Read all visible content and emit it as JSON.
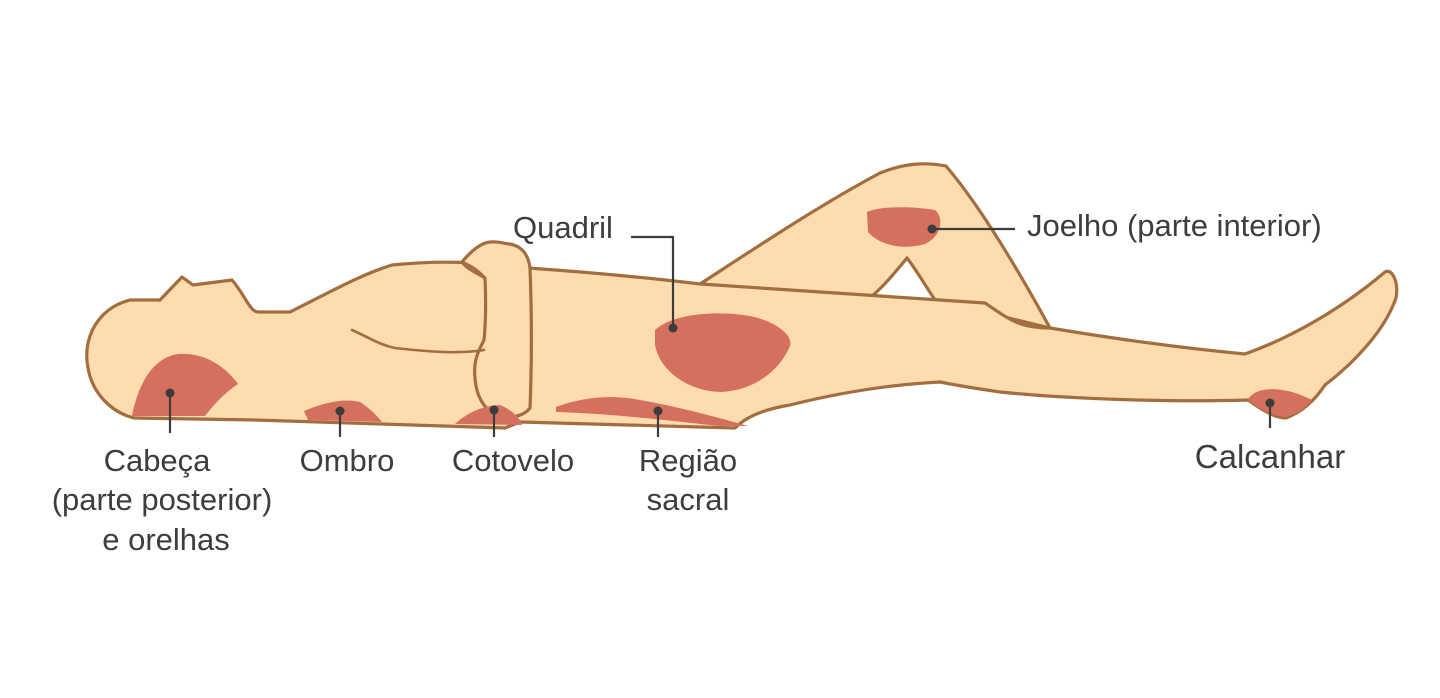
{
  "labels": {
    "head": [
      "Cabeça",
      "(parte posterior)",
      "e orelhas"
    ],
    "shoulder": "Ombro",
    "elbow": "Cotovelo",
    "sacral": [
      "Região",
      "sacral"
    ],
    "hip": "Quadril",
    "knee": "Joelho (parte interior)",
    "heel": "Calcanhar"
  },
  "colors": {
    "skin": "#fddcaf",
    "outline": "#a26d3f",
    "pressure_area": "#d6705e",
    "leader": "#3c3c3c",
    "text": "#3d3d3d"
  }
}
